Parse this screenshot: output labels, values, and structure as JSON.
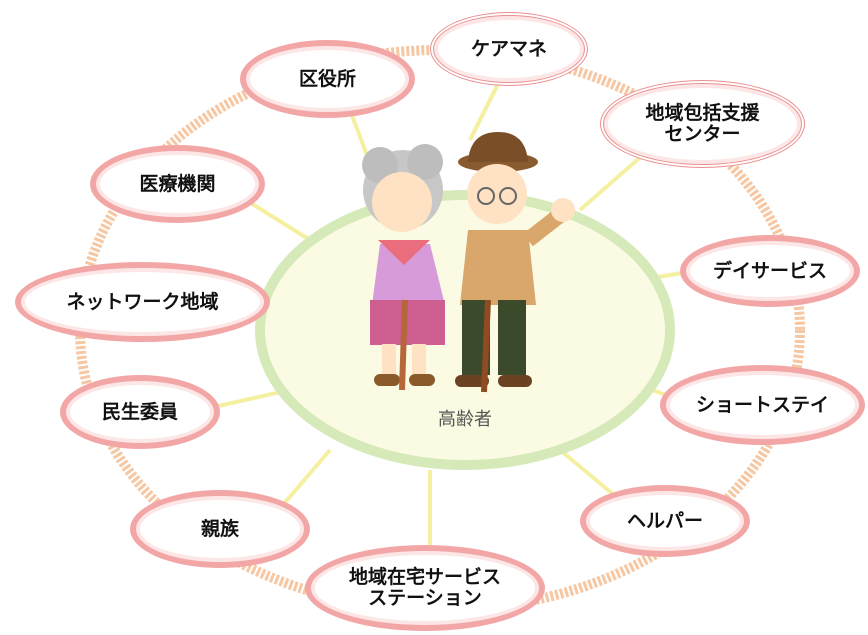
{
  "center": {
    "label": "高齢者"
  },
  "nodes": [
    {
      "id": "care-manager",
      "label": "ケアマネ"
    },
    {
      "id": "regional-support-center",
      "label": "地域包括支援\nセンター"
    },
    {
      "id": "day-service",
      "label": "デイサービス"
    },
    {
      "id": "short-stay",
      "label": "ショートステイ"
    },
    {
      "id": "helper",
      "label": "ヘルパー"
    },
    {
      "id": "home-service-station",
      "label": "地域在宅サービス\nステーション"
    },
    {
      "id": "relatives",
      "label": "親族"
    },
    {
      "id": "welfare-commissioner",
      "label": "民生委員"
    },
    {
      "id": "community-network",
      "label": "ネットワーク地域"
    },
    {
      "id": "medical-institution",
      "label": "医療機関"
    },
    {
      "id": "ward-office",
      "label": "区役所"
    }
  ],
  "colors": {
    "node_border": "#f3a6a6",
    "ring": "#f6c7a3",
    "spokes": "#f5f0a0",
    "center_fill": "#fbfbe4",
    "center_border": "#d6e9b8"
  }
}
